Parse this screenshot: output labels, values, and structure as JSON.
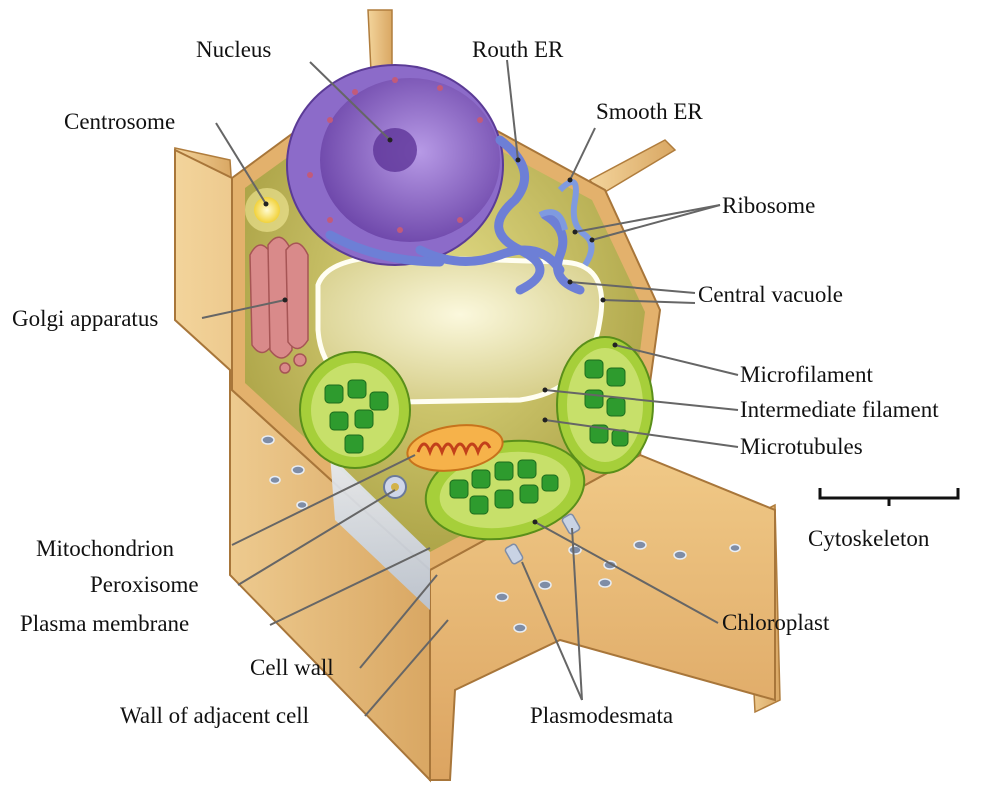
{
  "diagram": {
    "labels": {
      "nucleus": "Nucleus",
      "routh_er": "Routh ER",
      "smooth_er": "Smooth ER",
      "centrosome": "Centrosome",
      "ribosome": "Ribosome",
      "central_vacuole": "Central vacuole",
      "golgi_apparatus": "Golgi apparatus",
      "microfilament": "Microfilament",
      "intermediate_filament": "Intermediate filament",
      "microtubules": "Microtubules",
      "cytoskeleton": "Cytoskeleton",
      "mitochondrion": "Mitochondrion",
      "peroxisome": "Peroxisome",
      "plasma_membrane": "Plasma membrane",
      "chloroplast": "Chloroplast",
      "cell_wall": "Cell wall",
      "wall_of_adjacent_cell": "Wall of adjacent cell",
      "plasmodesmata": "Plasmodesmata"
    },
    "colors": {
      "cell_wall": "#e9be79",
      "cell_wall_dark": "#c8924a",
      "cytoplasm": "#c9c26b",
      "nucleus": "#8a64c6",
      "er": "#6d7fd6",
      "vacuole": "#efe9b6",
      "chloroplast": "#8dc63f",
      "thylakoid": "#2e9b2e",
      "golgi": "#d98a8a",
      "mitochondrion": "#f0a23a"
    }
  }
}
